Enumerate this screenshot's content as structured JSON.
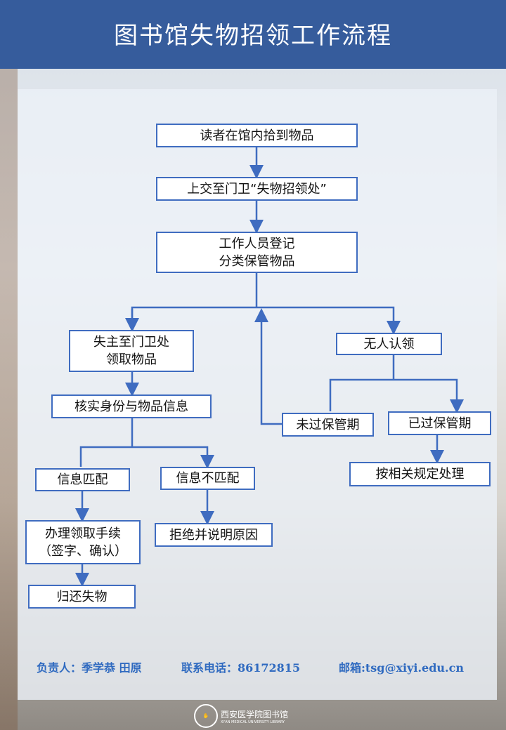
{
  "title": "图书馆失物招领工作流程",
  "steps": {
    "found": "读者在馆内拾到物品",
    "submit": "上交至门卫“失物招领处”",
    "register": "工作人员登记\n分类保管物品",
    "owner": "失主至门卫处\n领取物品",
    "unclaimed": "无人认领",
    "verify": "核实身份与物品信息",
    "within": "未过保管期",
    "expired": "已过保管期",
    "handle": "按相关规定处理",
    "match": "信息匹配",
    "nomatch": "信息不匹配",
    "procedure": "办理领取手续\n（签字、确认）",
    "refuse": "拒绝并说明原因",
    "return": "归还失物"
  },
  "footer": {
    "responsible": "负责人：季学恭 田原",
    "phone": "联系电话：86172815",
    "email": "邮箱:tsg@xiyi.edu.cn"
  },
  "logo": {
    "name_cn": "西安医学院图书馆",
    "name_en": "XI'AN MEDICAL UNIVERSITY LIBRARY"
  },
  "colors": {
    "header": "#365c9c",
    "border": "#3f6cc0",
    "footer_text": "#2f6ac0"
  }
}
